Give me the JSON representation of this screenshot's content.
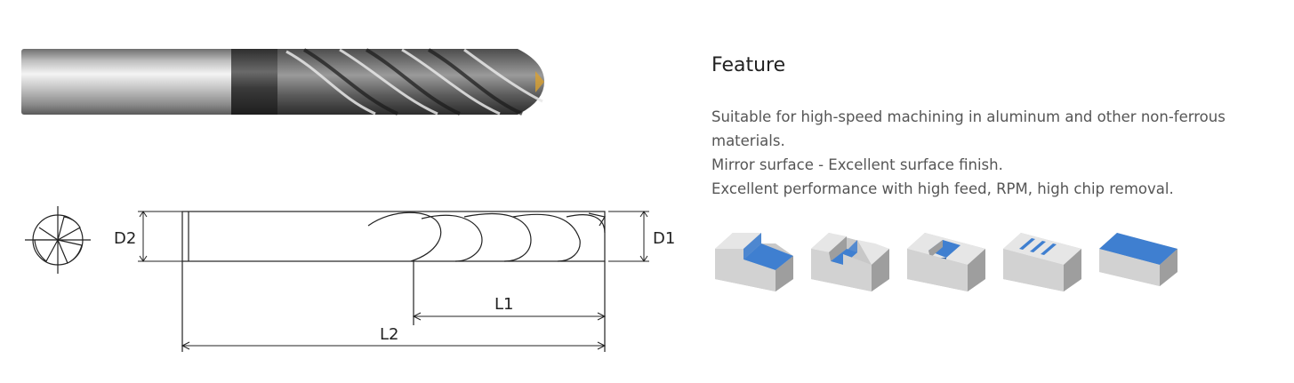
{
  "product": {
    "dimension_labels": {
      "d2": "D2",
      "d1": "D1",
      "l1": "L1",
      "l2": "L2"
    }
  },
  "feature": {
    "title": "Feature",
    "lines": [
      "Suitable for high-speed machining in aluminum and other non-ferrous materials.",
      "Mirror surface - Excellent surface finish.",
      "Excellent performance with high feed, RPM, high chip removal."
    ]
  },
  "operations": [
    {
      "icon": "shoulder-milling-icon"
    },
    {
      "icon": "slot-milling-icon"
    },
    {
      "icon": "pocket-milling-icon"
    },
    {
      "icon": "groove-milling-icon"
    },
    {
      "icon": "face-milling-icon"
    }
  ],
  "colors": {
    "accent": "#3f7fd0",
    "block_top": "#e6e6e6",
    "block_front": "#c8c8c8",
    "block_side": "#9e9e9e"
  }
}
